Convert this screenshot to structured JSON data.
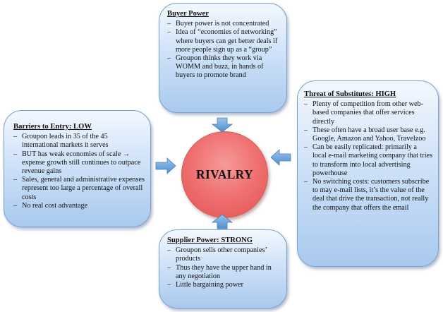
{
  "center": {
    "label": "RIVALRY"
  },
  "buyer_power": {
    "title": "Buyer Power",
    "items": [
      "Buyer power is not concentrated",
      "Idea of “economies of networking” where buyers can get better deals if more people sign up as a “group”",
      "Groupon thinks they work via WOMM and buzz, in hands of buyers to promote brand"
    ]
  },
  "barriers_to_entry": {
    "title": "Barriers to Entry: LOW",
    "items": [
      "Groupon leads in 35 of the 45 international markets it serves",
      "BUT has weak economies of scale → expense growth still continues to outpace revenue gains",
      "Sales, general and administrative expenses represent too large a percentage of overall costs",
      "No real cost advantage"
    ]
  },
  "threat_of_substitutes": {
    "title": "Threat of Substitutes: HIGH",
    "items": [
      "Plenty of competition from other web-based companies that offer services directly",
      "These often have a broad user base e.g. Google, Amazon and Yahoo, Travelzoo",
      "Can be easily replicated: primarily a local e-mail marketing company that tries to transform into local advertising powerhouse",
      "No switching costs: customers subscribe to may e-mail lists, it’s the value of the deal that drive the transaction, not really the company that offers the email"
    ]
  },
  "supplier_power": {
    "title": "Supplier Power: STRONG",
    "items": [
      "Groupon sells other companies’ products",
      "Thus they have the upper hand in any negotiation",
      "Little bargaining power"
    ]
  },
  "colors": {
    "box_fill": "#cfe2f8",
    "box_border": "#7aa0cf",
    "arrow": "#5b9bd5",
    "rivalry_fill": "#ef6f6f"
  }
}
